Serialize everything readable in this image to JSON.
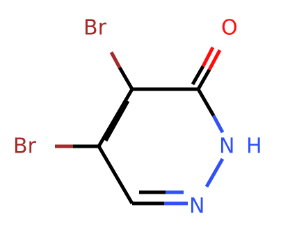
{
  "colors": {
    "bond": "#000000",
    "bromine": "#a62929",
    "nitrogen": "#3050f8",
    "oxygen": "#ff0d0d",
    "background": "#ffffff"
  },
  "atoms": {
    "br_top": "Br",
    "br_left": "Br",
    "oxygen": "O",
    "nh": "N",
    "nh_h": "H",
    "n_bottom": "N"
  }
}
